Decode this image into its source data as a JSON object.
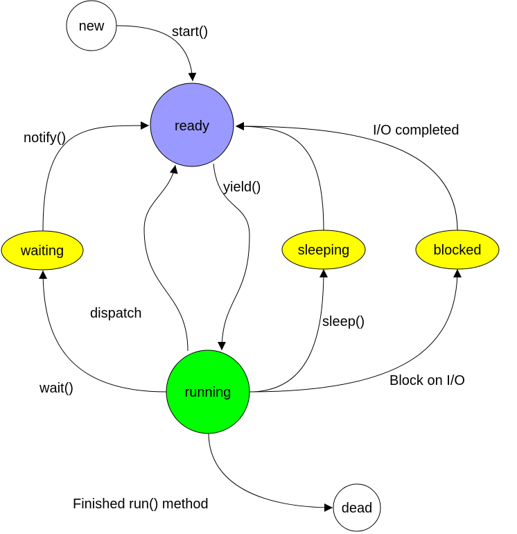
{
  "states": {
    "new": {
      "label": "new",
      "color": "#ffffff"
    },
    "ready": {
      "label": "ready",
      "color": "#9999ff"
    },
    "waiting": {
      "label": "waiting",
      "color": "#ffff00"
    },
    "sleeping": {
      "label": "sleeping",
      "color": "#ffff00"
    },
    "blocked": {
      "label": "blocked",
      "color": "#ffff00"
    },
    "running": {
      "label": "running",
      "color": "#00ff00"
    },
    "dead": {
      "label": "dead",
      "color": "#ffffff"
    }
  },
  "transitions": {
    "start": "start()",
    "notify": "notify()",
    "io_completed": "I/O completed",
    "yield": "yield()",
    "dispatch": "dispatch",
    "sleep": "sleep()",
    "wait": "wait()",
    "block_on_io": "Block on I/O",
    "finished": "Finished run() method"
  }
}
